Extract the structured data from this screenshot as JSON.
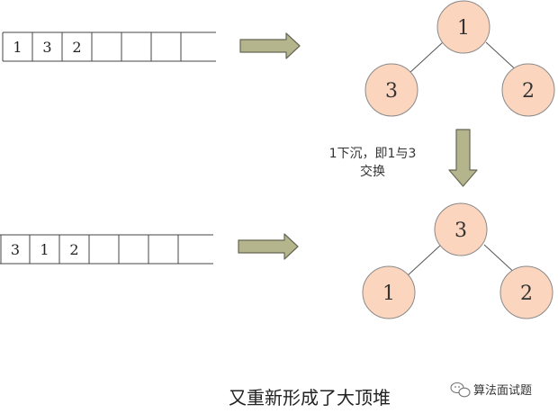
{
  "top": {
    "array": [
      "1",
      "3",
      "2",
      "",
      "",
      "",
      ""
    ],
    "tree": {
      "root": "1",
      "left": "3",
      "right": "2"
    }
  },
  "note": {
    "line1": "1下沉，即1与3",
    "line2": "交换"
  },
  "bottom": {
    "array": [
      "3",
      "1",
      "2",
      "",
      "",
      "",
      ""
    ],
    "tree": {
      "root": "3",
      "left": "1",
      "right": "2"
    }
  },
  "caption": "又重新形成了大顶堆",
  "watermark": {
    "icon": "wechat-icon",
    "text": "算法面试题"
  },
  "colors": {
    "node_fill": "#fbd5be",
    "node_stroke": "#8a8a8a",
    "arrow_fill": "#b5b58d",
    "arrow_stroke": "#666655",
    "array_stroke": "#444444"
  }
}
